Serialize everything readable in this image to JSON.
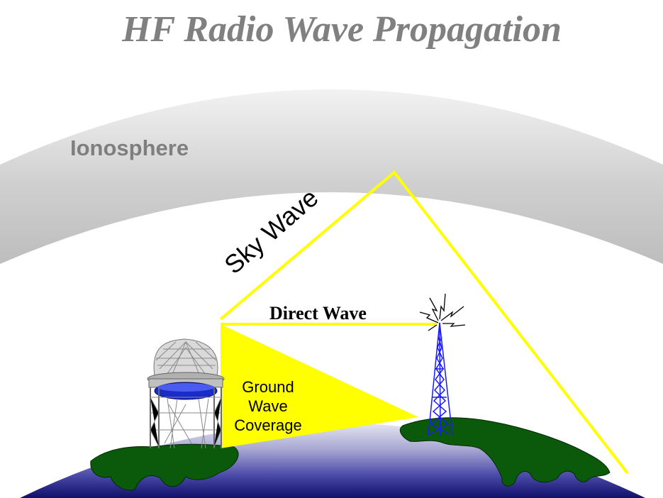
{
  "title": "HF Radio Wave Propagation",
  "labels": {
    "ionosphere": "Ionosphere",
    "sky_wave": "Sky Wave",
    "direct_wave": "Direct Wave",
    "ground_wave_line1": "Ground",
    "ground_wave_line2": "Wave",
    "ground_wave_line3": "Coverage"
  },
  "colors": {
    "title": "#808080",
    "ionosphere_label": "#7f7f7f",
    "ionosphere_band": "#c8c8c8",
    "wave": "#ffff00",
    "earth_top": "#e0e0ef",
    "earth_bottom": "#1a1a78",
    "land": "#0b5c0b",
    "tower": "#1a1aff",
    "dome": "#b0b0b0"
  },
  "icons": [
    "radar-dome-icon",
    "transmitter-tower-icon",
    "lightning-icon"
  ]
}
